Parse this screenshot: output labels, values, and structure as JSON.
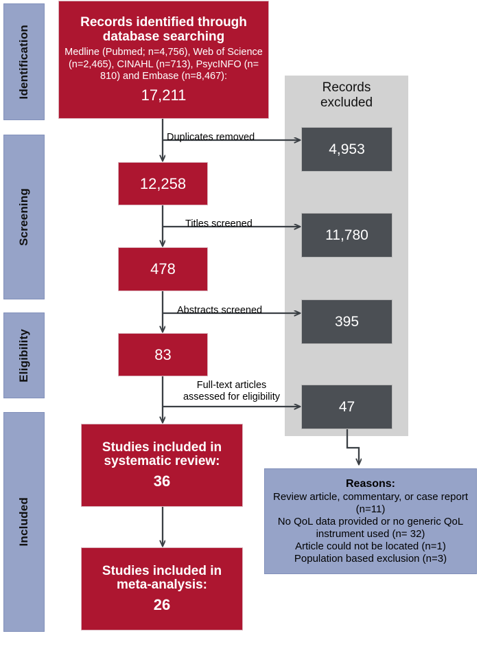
{
  "stages": [
    {
      "label": "Identification"
    },
    {
      "label": "Screening"
    },
    {
      "label": "Eligibility"
    },
    {
      "label": "Included"
    }
  ],
  "identification": {
    "heading": "Records identified through database searching",
    "sources": "Medline (Pubmed; n=4,756), Web of Science (n=2,465), CINAHL (n=713), PsycINFO (n= 810) and Embase (n=8,467):",
    "total": "17,211"
  },
  "flow_boxes": {
    "after_duplicates": "12,258",
    "after_titles": "478",
    "after_abstracts": "83",
    "systematic_review_heading": "Studies included in systematic review:",
    "systematic_review_count": "36",
    "meta_analysis_heading": "Studies included in meta-analysis:",
    "meta_analysis_count": "26"
  },
  "excluded_panel": {
    "title_line1": "Records",
    "title_line2": "excluded",
    "counts": {
      "duplicates": "4,953",
      "titles": "11,780",
      "abstracts": "395",
      "fulltext": "47"
    }
  },
  "edge_labels": {
    "duplicates_removed": "Duplicates removed",
    "titles_screened": "Titles screened",
    "abstracts_screened": "Abstracts screened",
    "fulltext_line1": "Full-text articles",
    "fulltext_line2": "assessed for eligibility"
  },
  "reasons": {
    "title": "Reasons:",
    "items": [
      "Review article, commentary, or case report (n=11)",
      "No QoL data provided or no generic QoL instrument used (n= 32)",
      "Article could not be located (n=1)",
      "Population based exclusion (n=3)"
    ]
  },
  "colors": {
    "red": "#AD1630",
    "stage_blue": "#96a3c8",
    "panel_gray": "#d2d2d2",
    "dark_box": "#4b4f54",
    "arrow": "#3a3f44"
  },
  "chart_data": {
    "type": "table",
    "title": "PRISMA flow diagram",
    "stages": [
      "Identification",
      "Screening",
      "Eligibility",
      "Included"
    ],
    "included_counts": [
      17211,
      12258,
      478,
      83,
      36,
      26
    ],
    "excluded_counts": [
      4953,
      11780,
      395,
      47
    ],
    "steps": [
      {
        "stage": "Identification",
        "label": "Records identified through database searching",
        "n": 17211,
        "excluded": null
      },
      {
        "stage": "Screening",
        "label": "Duplicates removed",
        "n": 12258,
        "excluded": 4953
      },
      {
        "stage": "Screening",
        "label": "Titles screened",
        "n": 478,
        "excluded": 11780
      },
      {
        "stage": "Screening",
        "label": "Abstracts screened",
        "n": 83,
        "excluded": 395
      },
      {
        "stage": "Eligibility",
        "label": "Full-text articles assessed for eligibility",
        "n": 36,
        "excluded": 47
      },
      {
        "stage": "Included",
        "label": "Studies included in meta-analysis",
        "n": 26,
        "excluded": null
      }
    ],
    "sources": [
      {
        "name": "Medline (Pubmed)",
        "n": 4756
      },
      {
        "name": "Web of Science",
        "n": 2465
      },
      {
        "name": "CINAHL",
        "n": 713
      },
      {
        "name": "PsycINFO",
        "n": 810
      },
      {
        "name": "Embase",
        "n": 8467
      }
    ],
    "exclusion_reasons": [
      {
        "reason": "Review article, commentary, or case report",
        "n": 11
      },
      {
        "reason": "No QoL data provided or no generic QoL instrument used",
        "n": 32
      },
      {
        "reason": "Article could not be located",
        "n": 1
      },
      {
        "reason": "Population based exclusion",
        "n": 3
      }
    ]
  }
}
